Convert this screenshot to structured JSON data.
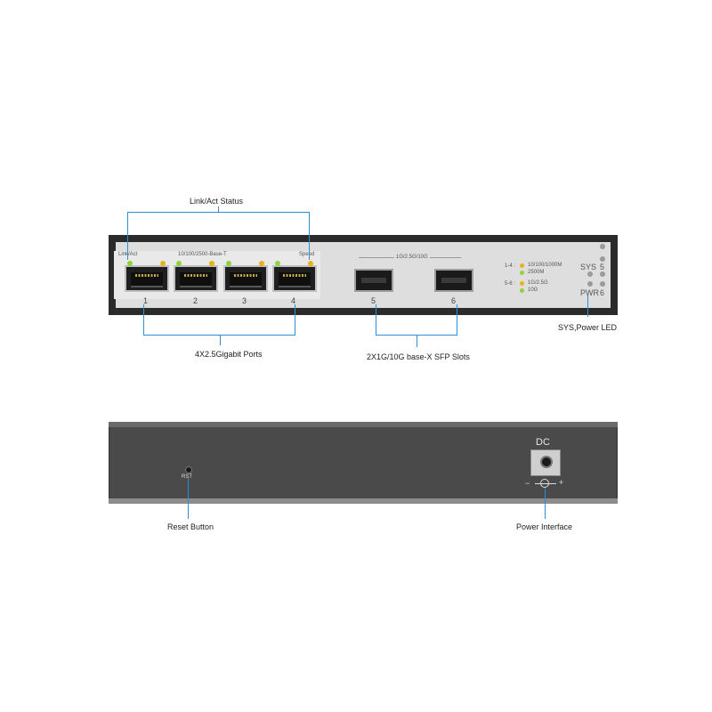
{
  "callouts": {
    "link_act_status": "Link/Act Status",
    "ports_4x25": "4X2.5Gigabit  Ports",
    "sfp_slots": "2X1G/10G base-X SFP Slots",
    "sys_power_led": "SYS,Power LED",
    "reset_button": "Reset Button",
    "power_interface": "Power Interface"
  },
  "front_panel": {
    "link_act_label": "Link/Act",
    "rj45_type_label": "10/100/2500-Base-T",
    "speed_label": "Speed",
    "sfp_speed_label": "1G/2.5G/10G",
    "port_numbers": [
      "1",
      "2",
      "3",
      "4",
      "5",
      "6"
    ],
    "legend": {
      "ports_1_4_prefix": "1-4 :",
      "ports_1_4_line1": "10/100/1000M",
      "ports_1_4_line2": "2500M",
      "ports_5_6_prefix": "5-6 :",
      "ports_5_6_line1": "1G/2.5G",
      "ports_5_6_line2": "10G"
    },
    "sys_label": "SYS",
    "pwr_label": "PWR",
    "sys_num": "5",
    "pwr_num": "6"
  },
  "back_panel": {
    "rst_label": "RST",
    "dc_label": "DC",
    "polarity_minus": "−",
    "polarity_plus": "+"
  },
  "colors": {
    "callout_line": "#2c8fd6",
    "led_green": "#8fd33a",
    "led_amber": "#e8b11a"
  }
}
